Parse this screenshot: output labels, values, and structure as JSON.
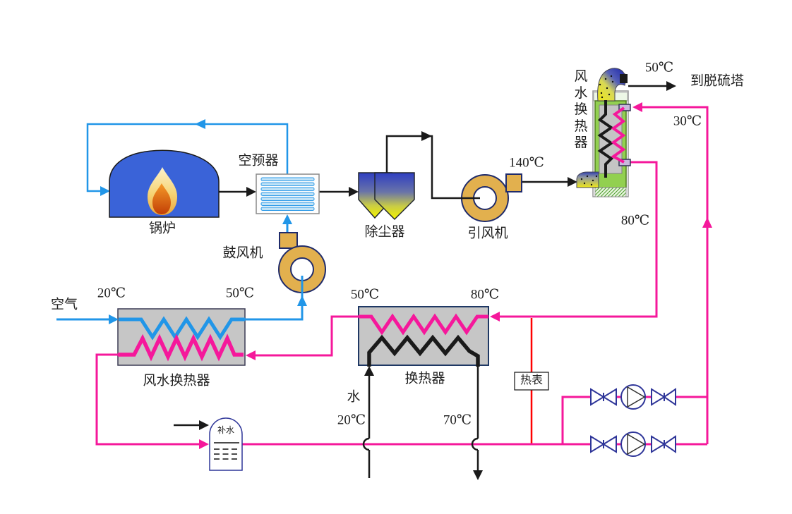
{
  "labels": {
    "air_inlet": "空气",
    "boiler": "锅炉",
    "air_preheater": "空预器",
    "blower": "鼓风机",
    "dust_collector": "除尘器",
    "induced_draft_fan": "引风机",
    "flue_water_hx_vertical": "风水换热器",
    "to_desulfurization_tower": "到脱硫塔",
    "air_water_hx": "风水换热器",
    "heat_exchanger": "换热器",
    "water": "水",
    "heat_meter": "热表",
    "makeup_water": "补水"
  },
  "temperatures": {
    "flue_after_fan": "140℃",
    "stack_outlet": "50℃",
    "hx_return": "30℃",
    "hx_supply": "80℃",
    "air_in": "20℃",
    "air_out": "50℃",
    "circuit_in": "50℃",
    "circuit_out": "80℃",
    "water_in": "20℃",
    "water_out": "70℃"
  },
  "colors": {
    "pink_line": "#F5189B",
    "blue_line": "#2196E8",
    "red_line": "#FF0000",
    "fan_fill": "#E2B04E",
    "boiler_fill": "#3A63D8",
    "green_casing": "#92D050",
    "gray_box": "#C6C6C6"
  }
}
